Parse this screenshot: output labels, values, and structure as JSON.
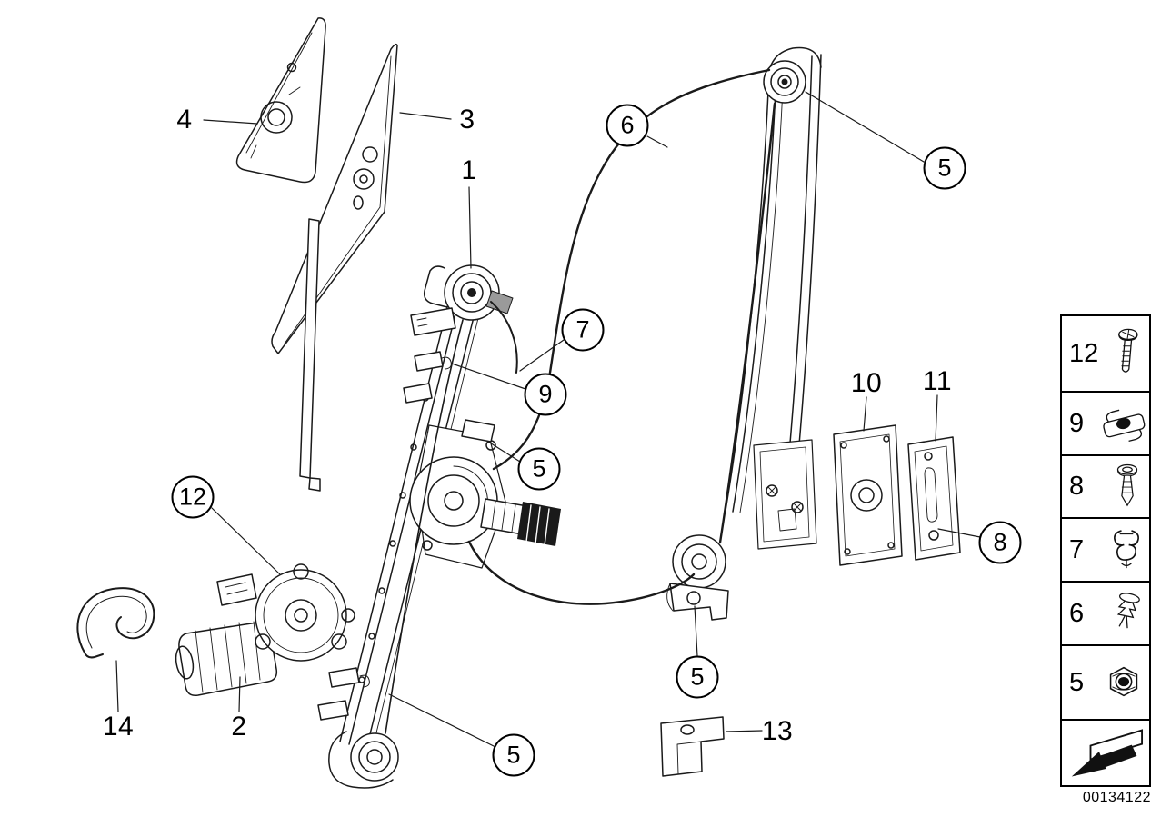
{
  "page": {
    "diagram_id": "00134122",
    "background": "#ffffff",
    "line_color": "#1a1a1a"
  },
  "callouts": {
    "plain": [
      {
        "id": "4"
      },
      {
        "id": "3"
      },
      {
        "id": "1"
      },
      {
        "id": "10"
      },
      {
        "id": "11"
      },
      {
        "id": "14"
      },
      {
        "id": "2"
      },
      {
        "id": "13"
      }
    ],
    "circled": [
      {
        "id": "6"
      },
      {
        "id": "5"
      },
      {
        "id": "7"
      },
      {
        "id": "9"
      },
      {
        "id": "5"
      },
      {
        "id": "12"
      },
      {
        "id": "8"
      },
      {
        "id": "5"
      },
      {
        "id": "5"
      }
    ]
  },
  "legend": {
    "rows": [
      {
        "number": "12",
        "icon": "screw-icon"
      },
      {
        "number": "9",
        "icon": "clip-nut-icon"
      },
      {
        "number": "8",
        "icon": "oval-head-screw-icon"
      },
      {
        "number": "7",
        "icon": "spring-clip-icon"
      },
      {
        "number": "6",
        "icon": "expanding-rivet-icon"
      },
      {
        "number": "5",
        "icon": "hex-nut-icon"
      }
    ],
    "footer_icon": "direction-arrow-icon"
  }
}
